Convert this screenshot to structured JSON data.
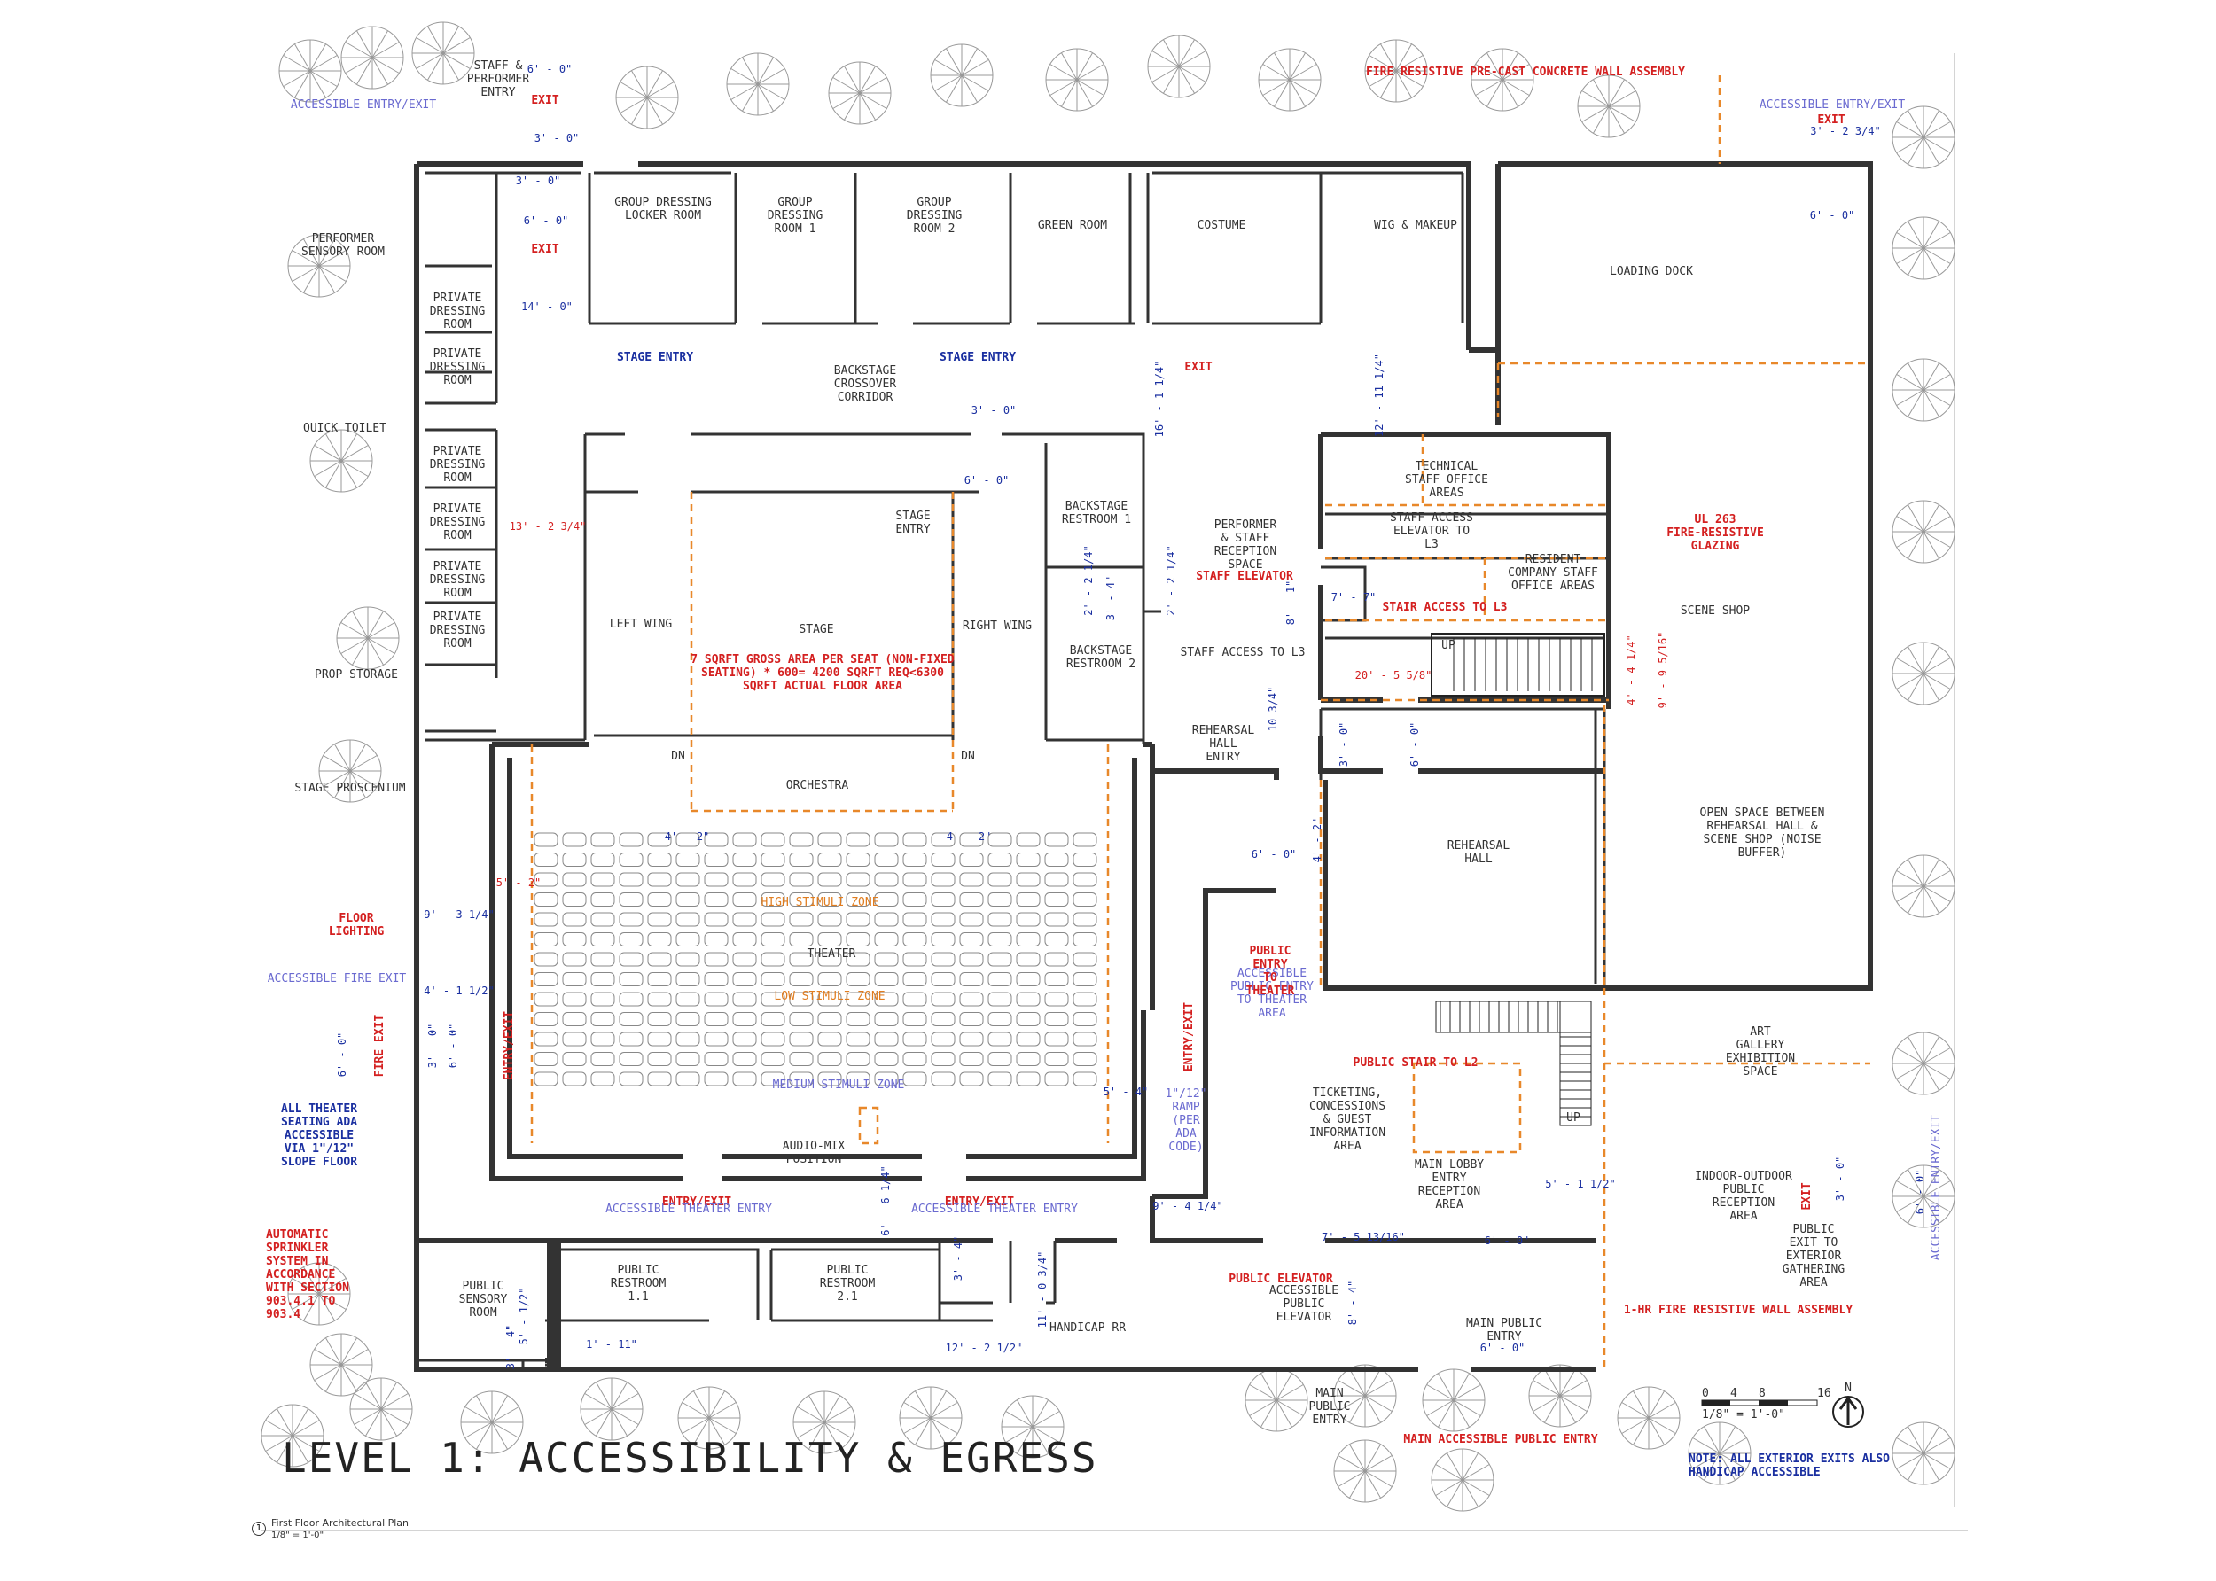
{
  "sheet": {
    "title": "LEVEL 1: ACCESSIBILITY & EGRESS",
    "view_name": "First Floor Architectural Plan",
    "view_scale": "1/8\" = 1'-0\"",
    "view_number": "1",
    "north_label": "N"
  },
  "rooms": {
    "performer_sensory": "PERFORMER SENSORY ROOM",
    "group_locker": "GROUP DRESSING LOCKER ROOM",
    "group1": "GROUP DRESSING ROOM 1",
    "group2": "GROUP DRESSING ROOM 2",
    "green": "GREEN ROOM",
    "costume": "COSTUME",
    "wig": "WIG & MAKEUP",
    "loading": "LOADING DOCK",
    "private": "PRIVATE DRESSING ROOM",
    "quick_toilet": "QUICK TOILET",
    "prop": "PROP STORAGE",
    "proscenium": "STAGE PROSCENIUM",
    "crossover": "BACKSTAGE CROSSOVER CORRIDOR",
    "left_wing": "LEFT WING",
    "stage": "STAGE",
    "right_wing": "RIGHT WING",
    "stage_entry_label": "STAGE ENTRY",
    "backstage_rr1": "BACKSTAGE RESTROOM 1",
    "backstage_rr2": "BACKSTAGE RESTROOM 2",
    "orchestra": "ORCHESTRA",
    "theater": "THEATER",
    "tech_office": "TECHNICAL STAFF OFFICE AREAS",
    "staff_elev_to_l3": "STAFF ACCESS ELEVATOR TO L3",
    "perf_reception": "PERFORMER & STAFF RECEPTION SPACE",
    "resident_office": "RESIDENT COMPANY STAFF OFFICE AREAS",
    "scene_shop": "SCENE SHOP",
    "staff_access_l3": "STAFF ACCESS TO L3",
    "rehearsal_entry": "REHEARSAL HALL ENTRY",
    "rehearsal": "REHEARSAL HALL",
    "open_space": "OPEN SPACE BETWEEN REHEARSAL HALL & SCENE SHOP (NOISE BUFFER)",
    "art_gallery": "ART GALLERY EXHIBITION SPACE",
    "ticketing": "TICKETING, CONCESSIONS & GUEST INFORMATION AREA",
    "main_lobby": "MAIN LOBBY ENTRY RECEPTION AREA",
    "indoor_outdoor": "INDOOR-OUTDOOR PUBLIC RECEPTION AREA",
    "public_exit": "PUBLIC EXIT TO EXTERIOR GATHERING AREA",
    "public_sensory": "PUBLIC SENSORY ROOM",
    "public_rr1": "PUBLIC RESTROOM 1.1",
    "public_rr2": "PUBLIC RESTROOM 2.1",
    "handicap_rr": "HANDICAP RR",
    "accessible_elev": "ACCESSIBLE PUBLIC ELEVATOR",
    "main_public_entry": "MAIN PUBLIC ENTRY",
    "main_public_entry2": "MAIN PUBLIC ENTRY",
    "audio_mix": "AUDIO-MIX POSITION",
    "staff_perf_entry": "STAFF & PERFORMER ENTRY",
    "ramp": "1\"/12\" RAMP (PER ADA CODE)",
    "accessible_public_entry": "ACCESSIBLE PUBLIC ENTRY TO THEATER AREA",
    "up": "UP",
    "dn": "DN"
  },
  "annotations": {
    "fire_wall": "FIRE RESISTIVE PRE-CAST CONCRETE WALL ASSEMBLY",
    "accessible_entry_exit": "ACCESSIBLE ENTRY/EXIT",
    "exit": "EXIT",
    "stage_entry": "STAGE ENTRY",
    "ul263": "UL 263 FIRE-RESISTIVE GLAZING",
    "staff_elevator": "STAFF ELEVATOR",
    "stair_l3": "STAIR ACCESS TO L3",
    "seat_calc": "7 SQRFT GROSS AREA PER SEAT (NON-FIXED SEATING) * 600= 4200 SQRFT REQ<6300 SQRFT ACTUAL FLOOR AREA",
    "floor_lighting": "FLOOR LIGHTING",
    "accessible_fire_exit": "ACCESSIBLE FIRE EXIT",
    "fire_exit": "FIRE EXIT",
    "entry_exit": "ENTRY/EXIT",
    "public_entry_theater": "PUBLIC ENTRY TO THEATER",
    "public_stair": "PUBLIC STAIR TO L2",
    "all_ada": "ALL THEATER SEATING ADA ACCESSIBLE VIA 1\"/12\" SLOPE FLOOR",
    "sprinkler": "AUTOMATIC SPRINKLER SYSTEM IN ACCORDANCE WITH SECTION 903.4.1 TO 903.4",
    "accessible_theater_entry": "ACCESSIBLE THEATER ENTRY",
    "public_elevator": "PUBLIC ELEVATOR",
    "one_hr_wall": "1-HR FIRE RESISTIVE WALL ASSEMBLY",
    "main_accessible_entry": "MAIN ACCESSIBLE PUBLIC ENTRY",
    "note_exits": "NOTE: ALL EXTERIOR EXITS ALSO HANDICAP ACCESSIBLE",
    "high_zone": "HIGH STIMULI ZONE",
    "low_zone": "LOW STIMULI ZONE",
    "medium_zone": "MEDIUM STIMULI ZONE"
  },
  "dims": {
    "d6_0": "6' - 0\"",
    "d3_0": "3' - 0\"",
    "d14_0": "14' - 0\"",
    "d13_2_3_4": "13' - 2 3/4\"",
    "d16_1_1_4": "16' - 1 1/4\"",
    "d12_11_1_4": "12' - 11 1/4\"",
    "d3_2_3_4": "3' - 2 3/4\"",
    "d2_2_1_4": "2' - 2 1/4\"",
    "d3_4": "3' - 4\"",
    "d7_7": "7' - 7\"",
    "d8_1": "8' - 1\"",
    "d20_5_5_8": "20' - 5 5/8\"",
    "d4_4_1_4": "4' - 4 1/4\"",
    "d9_9_5_16": "9' - 9 5/16\"",
    "d10_3_4": "10 3/4\"",
    "d4_2": "4' - 2\"",
    "d5_2": "5' - 2\"",
    "d9_3_1_4": "9' - 3 1/4\"",
    "d4_1_1_2": "4' - 1 1/2\"",
    "d5_4": "5' - 4\"",
    "d9_4_1_4": "9' - 4 1/4\"",
    "d6_1_4": "6' - 6 1/4\"",
    "d5_1_1_2": "5' - 1 1/2\"",
    "d7_5_13_16": "7' - 5 13/16\"",
    "d12_2_1_2": "12' - 2 1/2\"",
    "d11_0_3_4": "11' - 0 3/4\"",
    "d3_4b": "3' - 4\"",
    "d8_4": "8' - 4\"",
    "d1_11": "1' - 11\"",
    "d5_1_2": "5' - 1/2\""
  },
  "scale_bar": {
    "labels": [
      "0",
      "4",
      "8",
      "16"
    ],
    "caption": "1/8\" = 1'-0\""
  },
  "seating": {
    "rows": 13,
    "seats_per_row": 20
  }
}
